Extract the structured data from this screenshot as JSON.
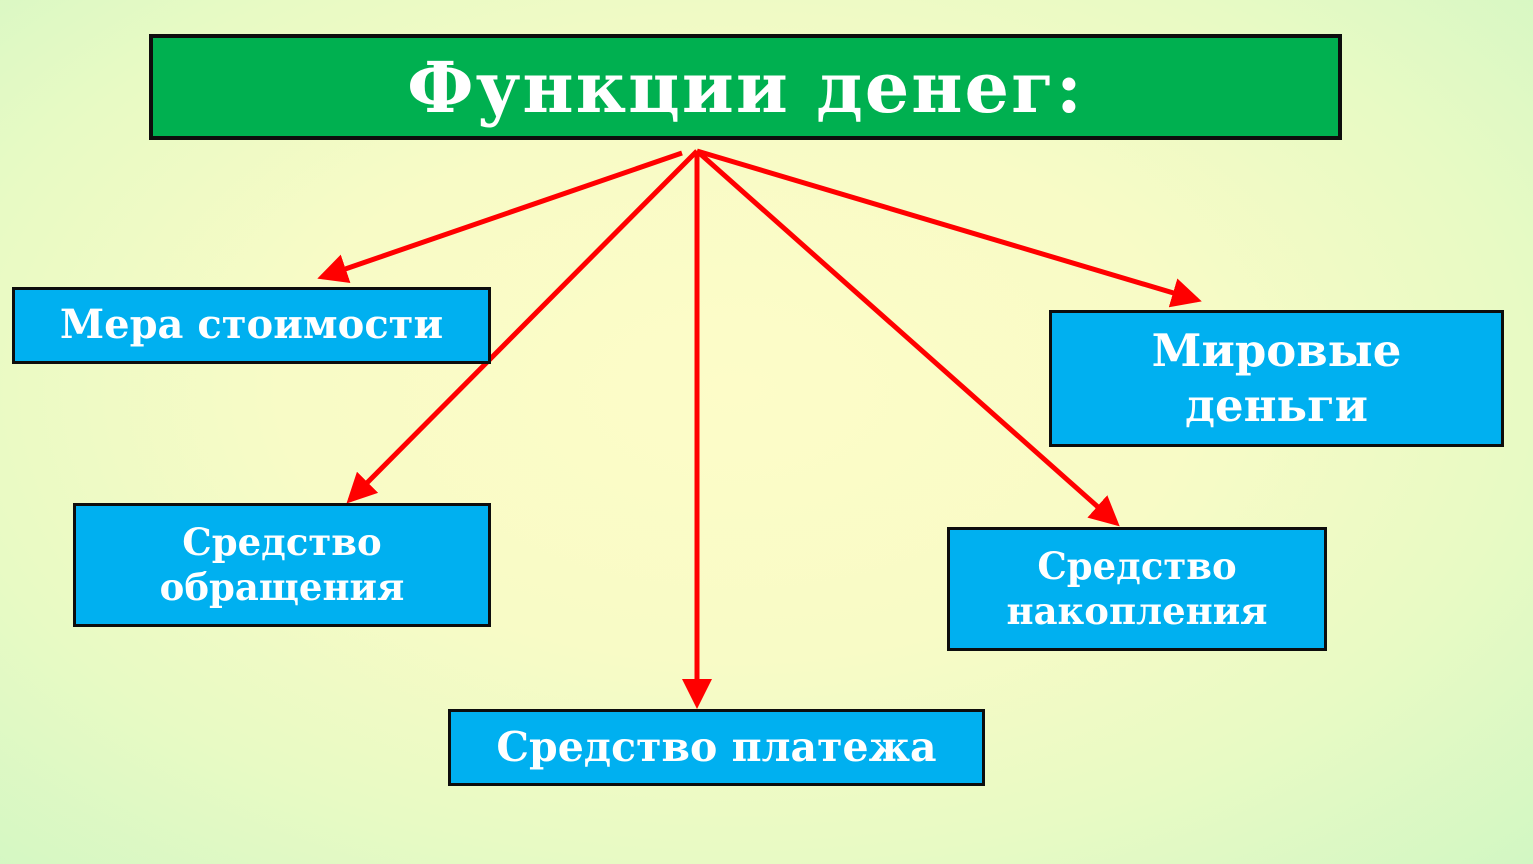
{
  "title": "Функции денег:",
  "colors": {
    "title_fill": "#00b050",
    "node_fill": "#00b0f0",
    "arrow": "#ff0000",
    "border": "#0d0d0d"
  },
  "nodes": {
    "measure": {
      "lines": [
        "Мера стоимости"
      ]
    },
    "circulation": {
      "lines": [
        "Средство",
        "обращения"
      ]
    },
    "payment": {
      "lines": [
        "Средство платежа"
      ]
    },
    "accumulation": {
      "lines": [
        "Средство",
        "накопления"
      ]
    },
    "world": {
      "lines": [
        "Мировые",
        "деньги"
      ]
    }
  }
}
